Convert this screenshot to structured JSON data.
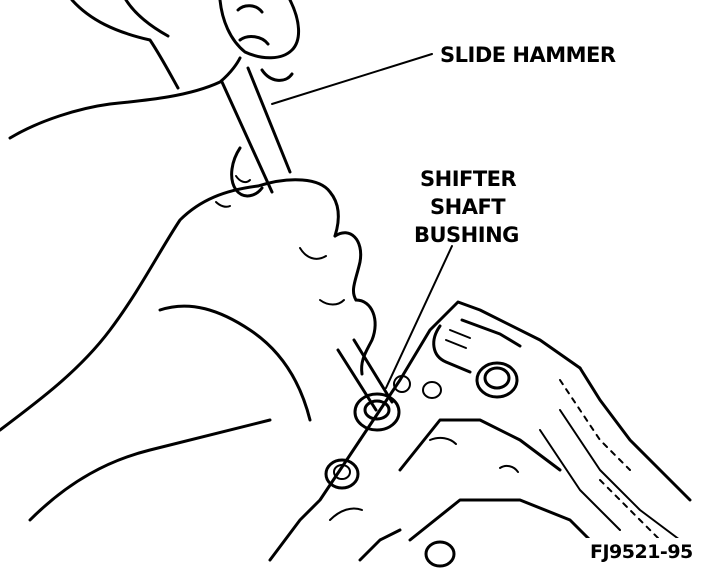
{
  "labels": {
    "slide_hammer": "SLIDE HAMMER",
    "shifter_line1": "SHIFTER",
    "shifter_line2": "SHAFT",
    "shifter_line3": "BUSHING"
  },
  "figure_id": "FJ9521-95",
  "colors": {
    "ink": "#000000",
    "paper": "#ffffff"
  }
}
